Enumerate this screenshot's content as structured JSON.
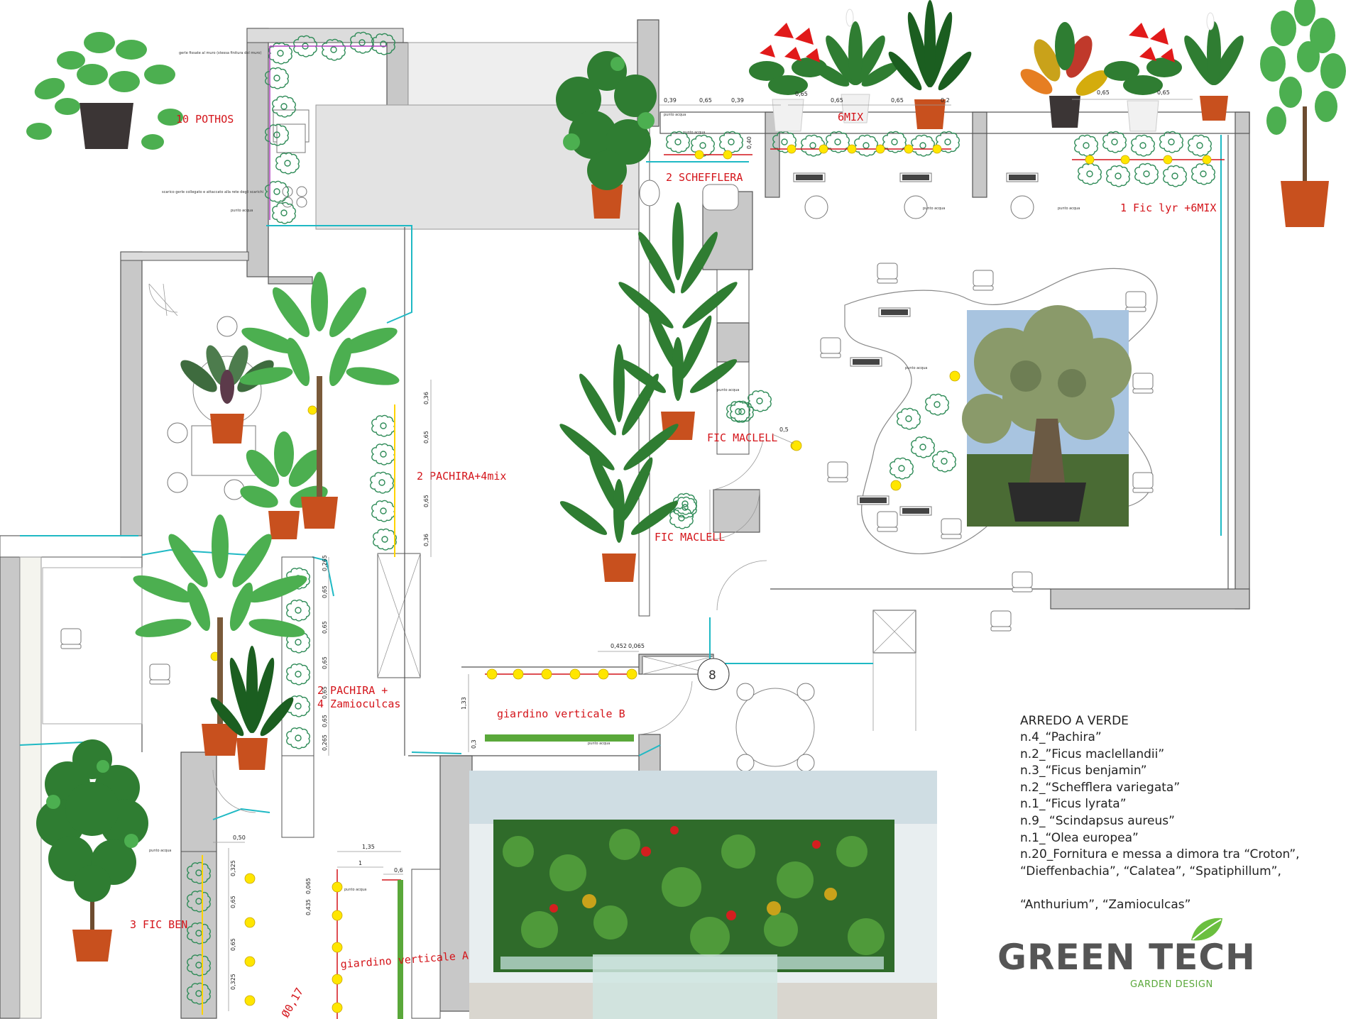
{
  "labels": {
    "pothos": "10 POTHOS",
    "schefflera": "2 SCHEFFLERA",
    "mix6": "6MIX",
    "ficlyr": "1 Fic lyr +6MIX",
    "pachira4mix": "2 PACHIRA+4mix",
    "ficmaclell_1": "FIC MACLELL",
    "ficmaclell_2": "FIC MACLELL",
    "pachira_zamio_1": "2 PACHIRA +",
    "pachira_zamio_2": "4 Zamioculcas",
    "giardinoB": "giardino verticale B",
    "giardinoA": "giardino verticale A",
    "ficben": "3 FIC BEN",
    "room_number": "8",
    "diameter": "Ø0,17"
  },
  "notes": {
    "punto_acqua": "punto acqua",
    "gerle": "gerle fissate al muro (stessa finitura del muro)",
    "scarico": "scarico gerle collegato e attaccato alla rete degli scarichi"
  },
  "dims": {
    "top": [
      "0,39",
      "0,65",
      "0,39",
      "0,65",
      "0,65",
      "0,2",
      "0,65",
      "0,40"
    ],
    "right_top": [
      "0,65",
      "0,65"
    ],
    "pachira_col": [
      "0,36",
      "0,65",
      "0,65",
      "0,36"
    ],
    "mid_col": [
      "0,265",
      "0,65",
      "0,65",
      "0,65",
      "0,65",
      "0,65",
      "0,265"
    ],
    "door": [
      "0,452",
      "0,065"
    ],
    "giardinoB": [
      "1,33",
      "0,3"
    ],
    "ficben_col": [
      "0,50",
      "0,325",
      "0,65",
      "0,65",
      "0,325"
    ],
    "giardinoA": [
      "1,35",
      "1",
      "0,6",
      "0,065",
      "0,435"
    ],
    "fic": "0,5"
  },
  "legend": {
    "title": "ARREDO A VERDE",
    "items": [
      "n.4_“Pachira”",
      "n.2_”Ficus maclellandii”",
      "n.3_“Ficus benjamin”",
      "n.2_“Schefflera variegata”",
      "n.1_“Ficus lyrata”",
      "n.9_ “Scindapsus aureus”",
      "n.1_“Olea europea”",
      "n.20_Fornitura e messa a dimora tra “Croton”,",
      "“Dieffenbachia”, “Calatea”, “Spatiphillum”,",
      "",
      "“Anthurium”, “Zamioculcas”"
    ]
  },
  "logo": {
    "brand": "GREEN TECH",
    "sub": "GARDEN DESIGN"
  },
  "colors": {
    "label_red": "#d4141a",
    "wall_gray": "#c8c8c8",
    "cyan": "#1fb9c4",
    "plant_green": "#2f7d32",
    "yellow": "#ffe600",
    "brand_gray": "#555555",
    "brand_green": "#5aa83a"
  }
}
